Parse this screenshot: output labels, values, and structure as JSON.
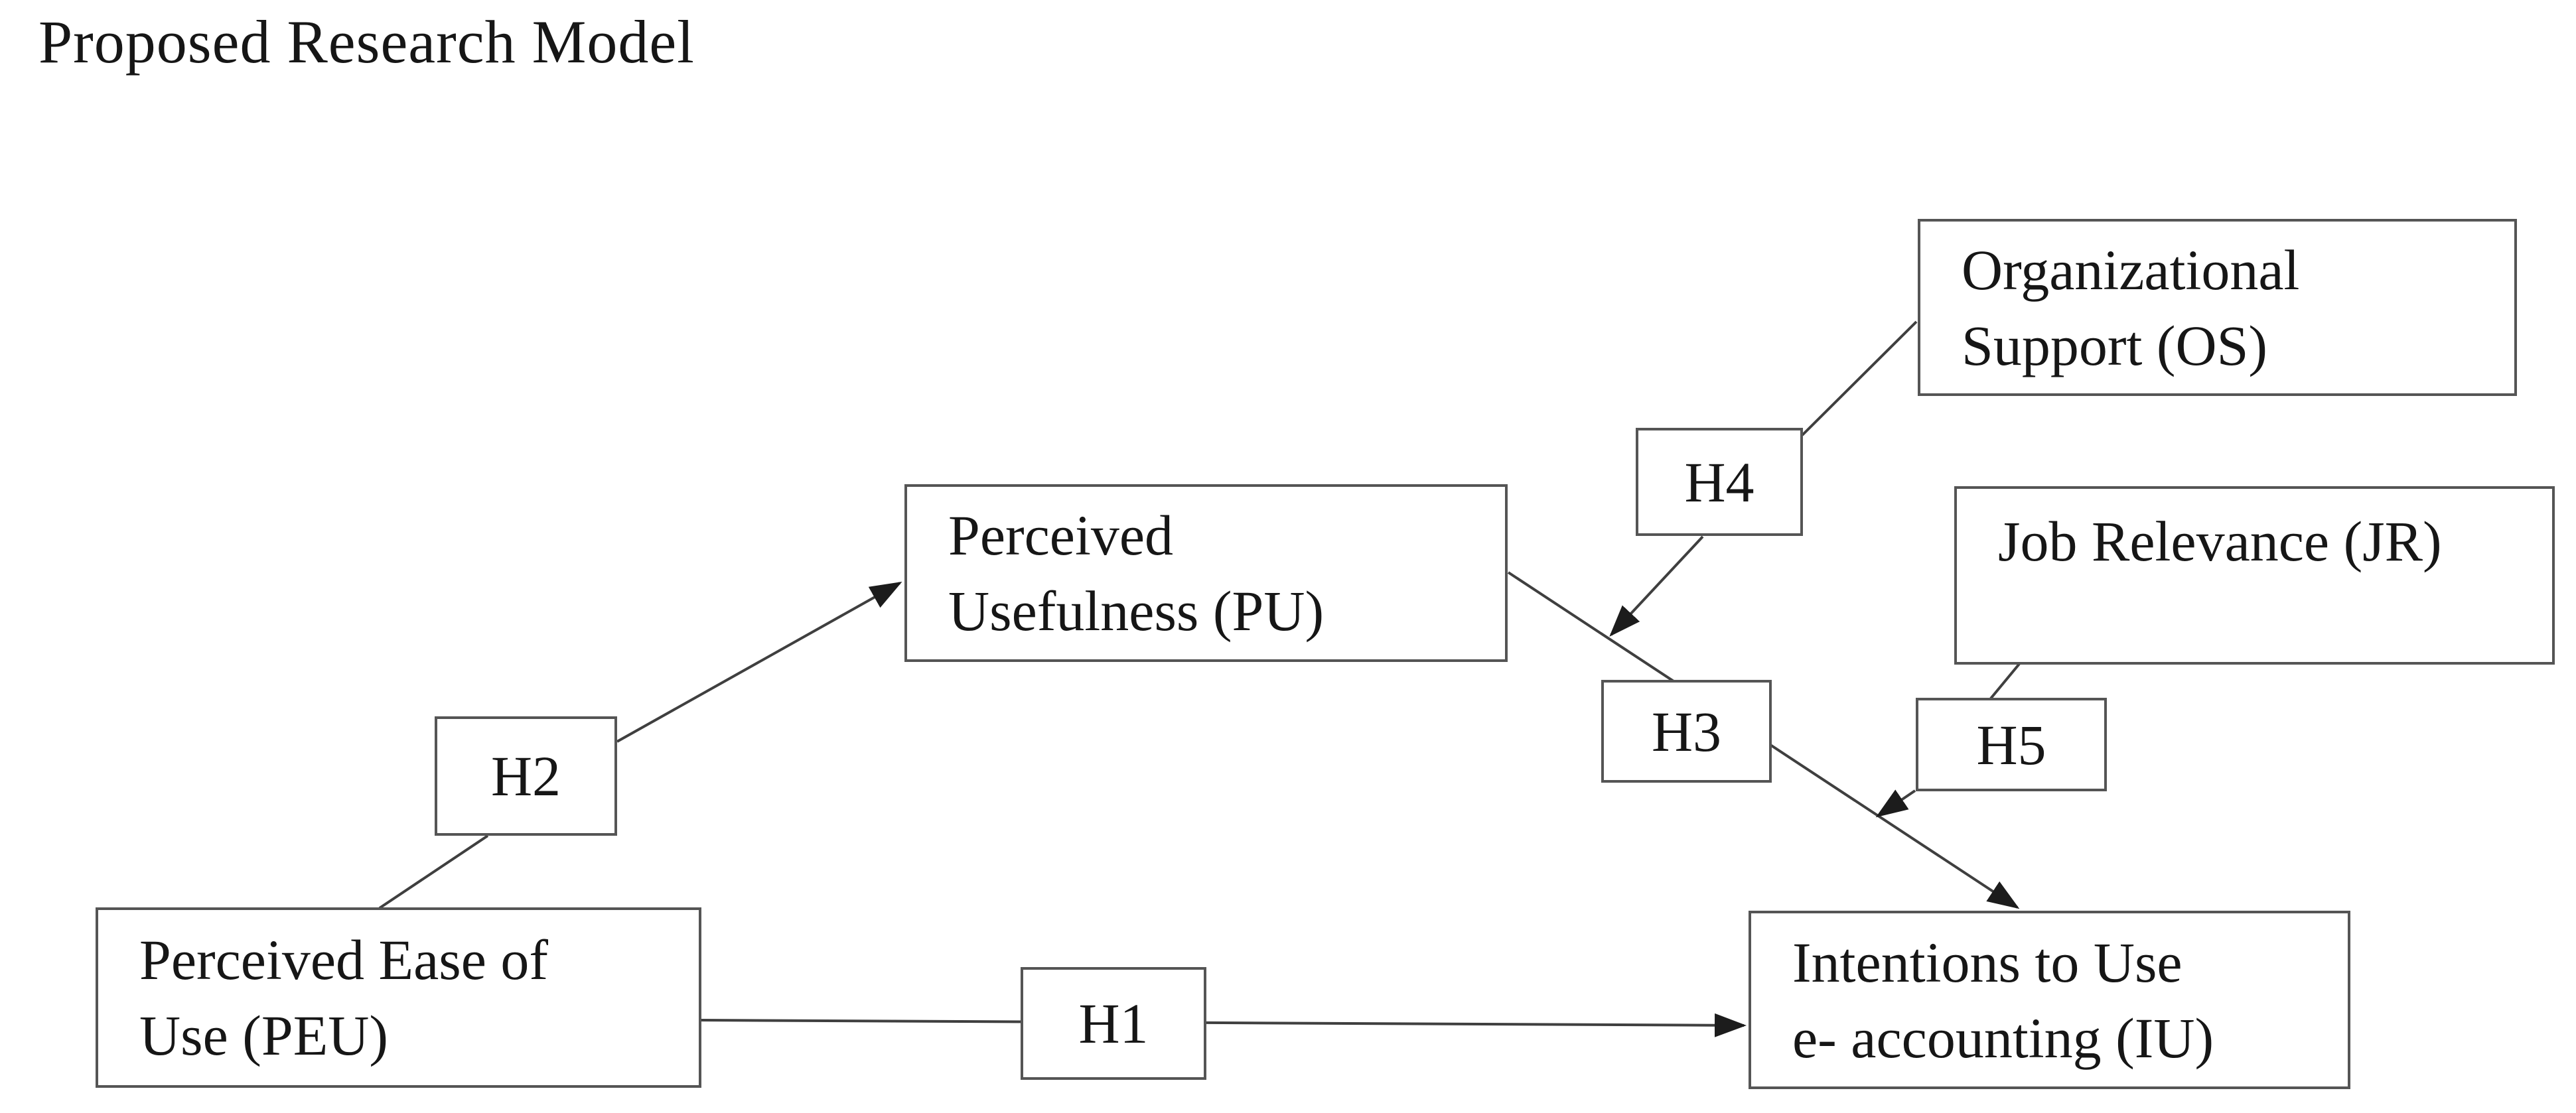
{
  "figure": {
    "title": "Proposed Research Model"
  },
  "nodes": {
    "peu": {
      "lines": [
        "Perceived Ease of",
        "Use (PEU)"
      ]
    },
    "pu": {
      "lines": [
        "Perceived",
        "Usefulness (PU)"
      ]
    },
    "os": {
      "lines": [
        "Organizational",
        "Support (OS)"
      ]
    },
    "jr": {
      "lines": [
        "Job Relevance (JR)"
      ]
    },
    "iu": {
      "lines": [
        "Intentions to Use",
        "e- accounting (IU)"
      ]
    }
  },
  "hypotheses": {
    "h1": "H1",
    "h2": "H2",
    "h3": "H3",
    "h4": "H4",
    "h5": "H5"
  },
  "edges": [
    {
      "from": "PEU",
      "to": "PU",
      "label": "H2",
      "type": "direct-arrow"
    },
    {
      "from": "PEU",
      "to": "IU",
      "label": "H1",
      "type": "direct-arrow"
    },
    {
      "from": "PU",
      "to": "IU",
      "label": "H3",
      "type": "direct-arrow"
    },
    {
      "from": "OS",
      "via": "H4",
      "to": "PU-IU path",
      "type": "moderation-arrow"
    },
    {
      "from": "JR",
      "via": "H5",
      "to": "PU-IU path",
      "type": "moderation-arrow"
    }
  ],
  "colors": {
    "background": "#ffffff",
    "box_border": "#555555",
    "connector": "#3f3f3f",
    "arrowhead": "#1c1c1c",
    "text": "#161616"
  }
}
